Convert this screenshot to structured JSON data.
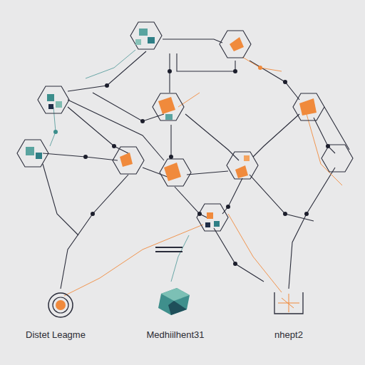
{
  "diagram": {
    "labels": [
      "Distet Leagme",
      "Medhiilhent31",
      "nhept2"
    ]
  }
}
